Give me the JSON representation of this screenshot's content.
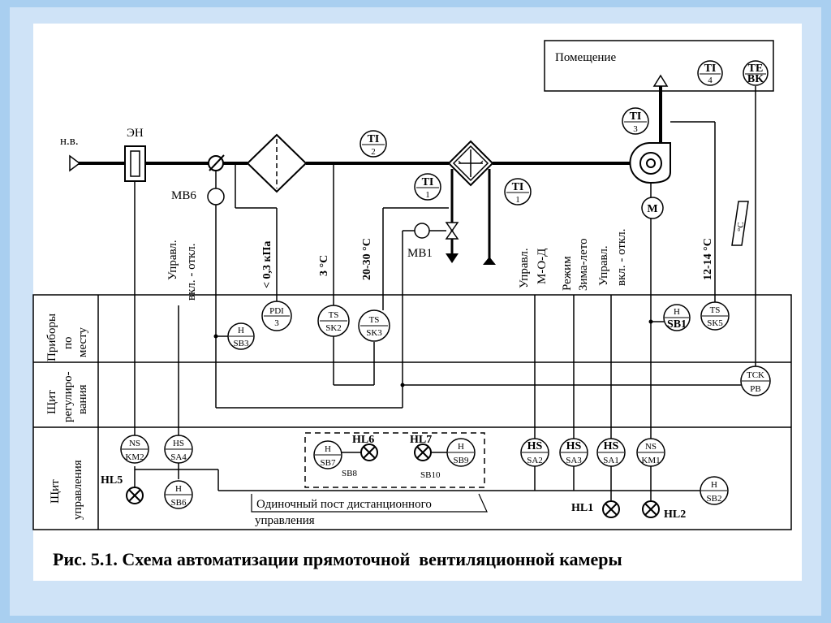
{
  "caption": "Рис. 5.1. Схема автоматизации прямоточной  вентиляционной камеры",
  "room": {
    "label": "Помещение",
    "ti4": [
      "TI",
      "4"
    ],
    "te": [
      "TE",
      "BK"
    ]
  },
  "inlet": {
    "nv": "н.в.",
    "en": "ЭН",
    "mb6": "МВ6"
  },
  "sensors": {
    "ti2": [
      "TI",
      "2"
    ],
    "ti1a": [
      "TI",
      "1"
    ],
    "ti1b": [
      "TI",
      "1"
    ],
    "ti3": [
      "TI",
      "3"
    ],
    "m": "M",
    "mb1": "МВ1",
    "degc": "°C"
  },
  "rotated_labels": {
    "upr_en_1": "Управл.",
    "upr_en_2": "вкл. - откл.",
    "pressure": "< 0,3 кПа",
    "t3": "3 °C",
    "t2030": "20-30 °C",
    "upr_mod_1": "Управл.",
    "upr_mod_2": "М-О-Д",
    "rezhim_1": "Режим",
    "rezhim_2": "Зима-лето",
    "upr_fan_1": "Управл.",
    "upr_fan_2": "вкл. - откл.",
    "t1214": "12-14 °C"
  },
  "rows": {
    "pribory": [
      "Приборы",
      "по",
      "месту"
    ],
    "shchit_reg": [
      "Щит",
      "регулиро-",
      "вания"
    ],
    "shchit_upr": [
      "Щит",
      "управления"
    ]
  },
  "instruments": {
    "pdi3": [
      "PDI",
      "3"
    ],
    "sk2": [
      "TS",
      "SK2"
    ],
    "sk3": [
      "TS",
      "SK3"
    ],
    "sb3": [
      "H",
      "SB3"
    ],
    "sb1": [
      "H",
      "SB1"
    ],
    "sk5": [
      "TS",
      "SK5"
    ],
    "pb": [
      "TCK",
      "PB"
    ]
  },
  "control": {
    "km2": [
      "NS",
      "KM2"
    ],
    "sa4": [
      "HS",
      "SA4"
    ],
    "sb6": [
      "H",
      "SB6"
    ],
    "hl5": "HL5",
    "sb7": [
      "H",
      "SB7"
    ],
    "sb8": "SB8",
    "hl6": "HL6",
    "hl7": "HL7",
    "sb9": [
      "H",
      "SB9"
    ],
    "sb10": "SB10",
    "sa2": [
      "HS",
      "SA2"
    ],
    "sa3": [
      "HS",
      "SA3"
    ],
    "sa1": [
      "HS",
      "SA1"
    ],
    "km1": [
      "NS",
      "KM1"
    ],
    "sb2": [
      "H",
      "SB2"
    ],
    "hl1": "HL1",
    "hl2": "HL2",
    "post_1": "Одиночный пост дистанционного",
    "post_2": "управления"
  }
}
